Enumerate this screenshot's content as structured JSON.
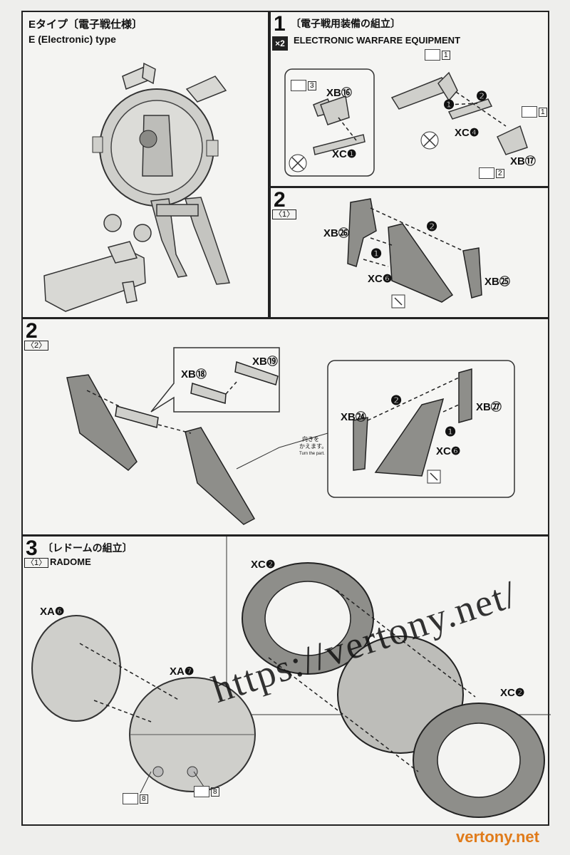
{
  "panel_e_type": {
    "title_jp": "Eタイプ〔電子戦仕様〕",
    "title_en": "E (Electronic) type"
  },
  "step1": {
    "number": "1",
    "multiplier": "×2",
    "title_jp": "〔電子戦用装備の組立〕",
    "title_en": "ELECTRONIC WARFARE EQUIPMENT",
    "parts": {
      "xb16": "XB⑯",
      "xc1": "XC❶",
      "xc4": "XC❹",
      "xb17": "XB⑰"
    },
    "badges": {
      "b1a": "1",
      "b3": "3",
      "b1b": "1",
      "b2": "2"
    },
    "order": {
      "o1": "❶",
      "o2": "❷"
    }
  },
  "step2a": {
    "number": "2",
    "sub": "〈1〉",
    "parts": {
      "xb26": "XB㉖",
      "xc6": "XC❻",
      "xb25": "XB㉕"
    },
    "order": {
      "o1": "❶",
      "o2": "❷"
    }
  },
  "step2b": {
    "number": "2",
    "sub": "〈2〉",
    "parts": {
      "xb18": "XB⑱",
      "xb19": "XB⑲",
      "xb24": "XB㉔",
      "xb27": "XB㉗",
      "xc6": "XC❻"
    },
    "note_jp_1": "向きを",
    "note_jp_2": "かえます。",
    "note_en": "Turn the part.",
    "order": {
      "o1": "❶",
      "o2": "❷"
    }
  },
  "step3": {
    "number": "3",
    "sub": "〈1〉",
    "title_jp": "〔レドームの組立〕",
    "title_en": "RADOME",
    "parts": {
      "xa6": "XA❻",
      "xa7": "XA❼",
      "xc2a": "XC❷",
      "xc2b": "XC❷"
    },
    "badges": {
      "b8a": "8",
      "b8b": "8"
    }
  },
  "watermark": {
    "url": "https://vertony.net/",
    "site": "vertony.net"
  }
}
